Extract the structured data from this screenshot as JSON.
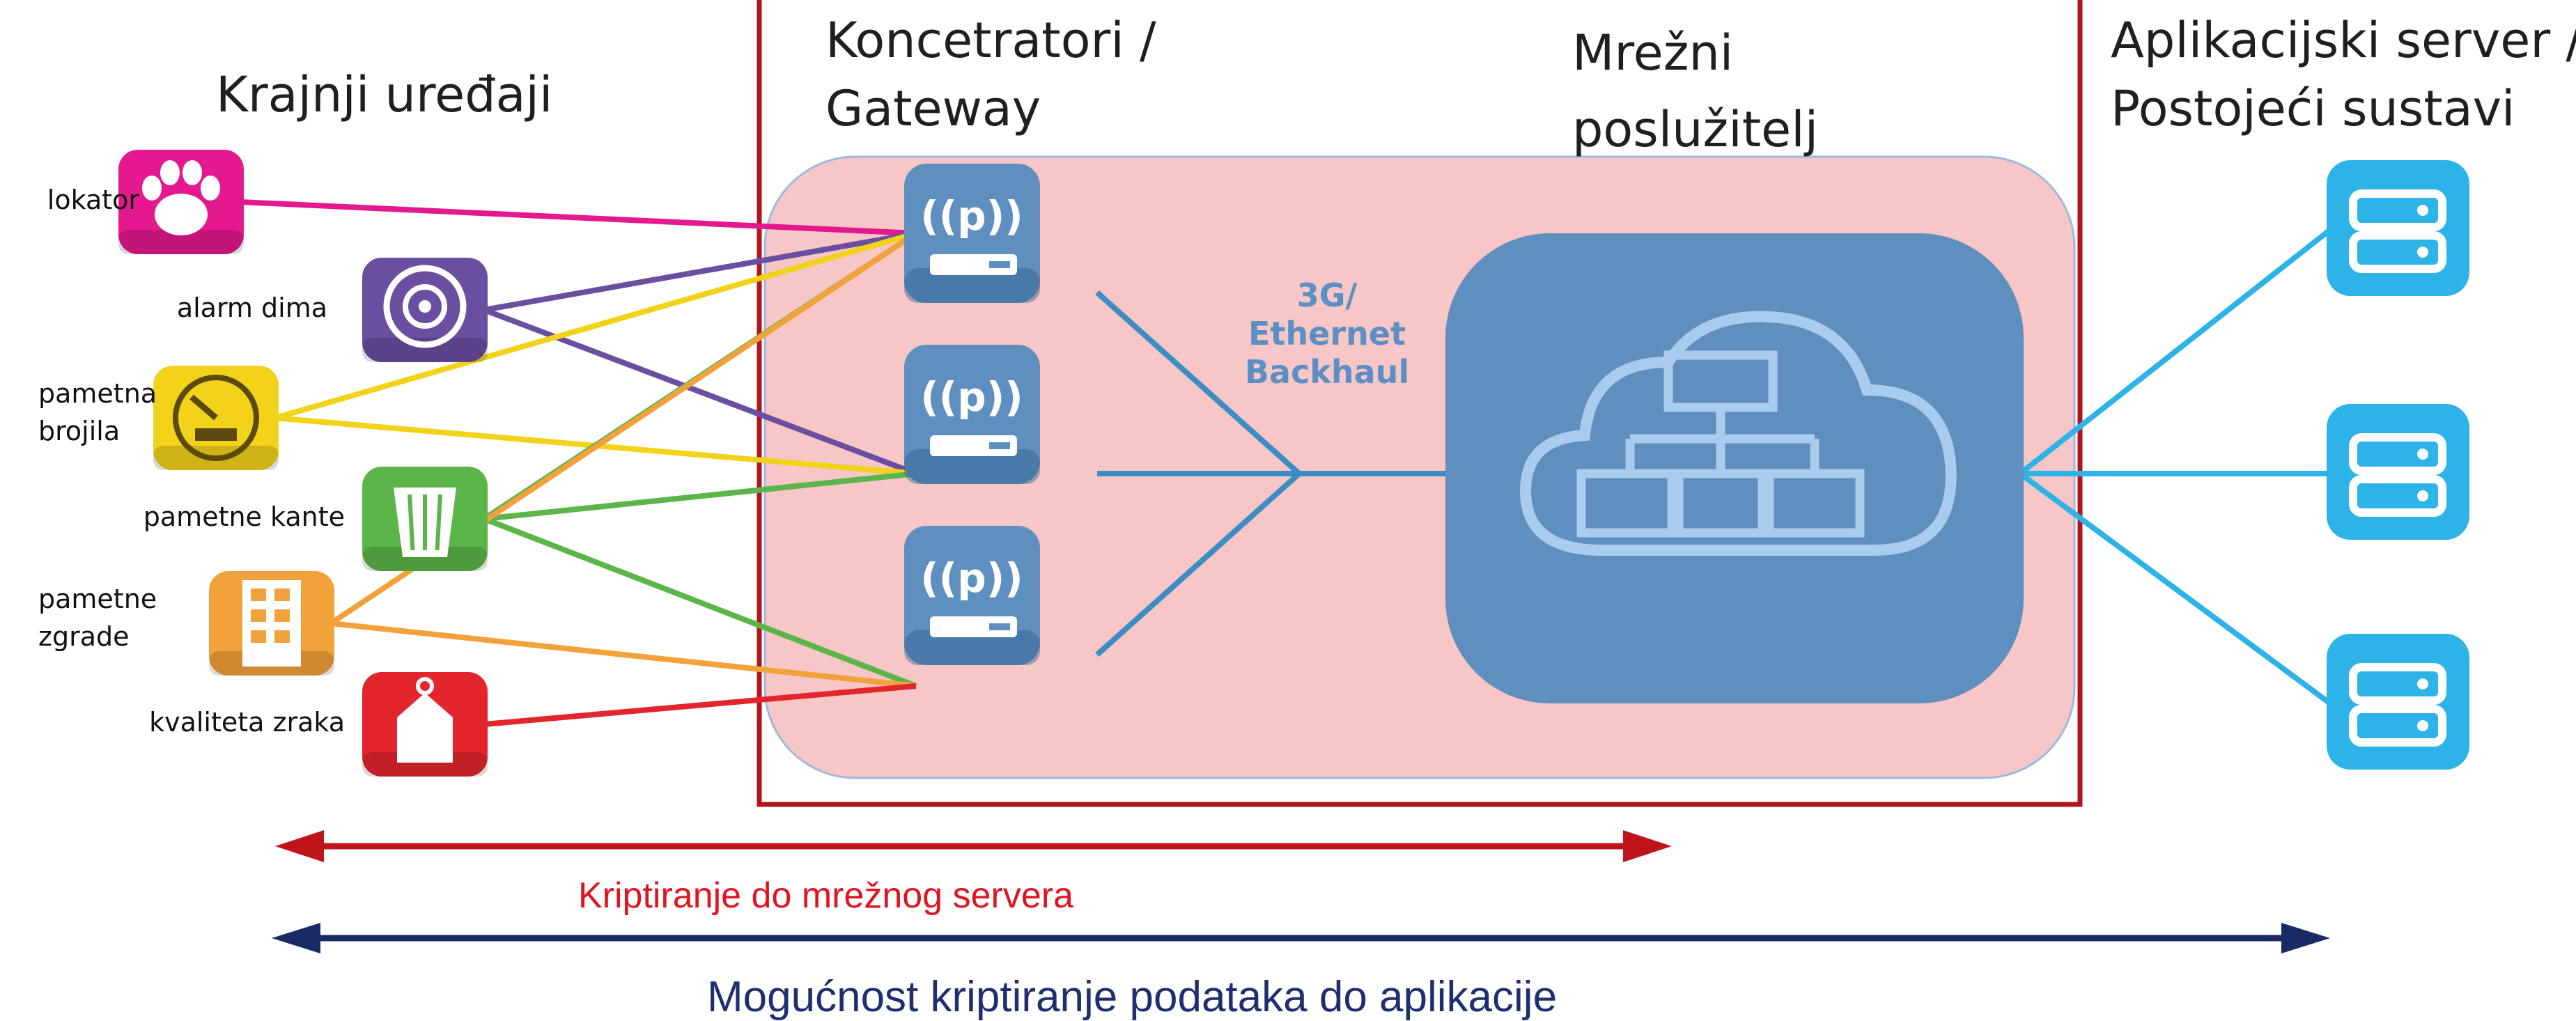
{
  "headers": {
    "end_devices": "Krajnji uređaji",
    "gateway_line1": "Koncetratori /",
    "gateway_line2": "Gateway",
    "network_line1": "Mrežni",
    "network_line2": "poslužitelj",
    "app_line1": "Aplikacijski server /",
    "app_line2": "Postojeći sustavi"
  },
  "devices": [
    {
      "label": [
        "lokator"
      ],
      "color": "#e5198f",
      "icon": "paw-icon"
    },
    {
      "label": [
        "alarm dima"
      ],
      "color": "#6a4ea0",
      "icon": "smoke-alarm-icon"
    },
    {
      "label": [
        "pametna",
        "brojila"
      ],
      "color": "#f3d21a",
      "icon": "meter-icon"
    },
    {
      "label": [
        "pametne kante"
      ],
      "color": "#5cb548",
      "icon": "trash-bin-icon"
    },
    {
      "label": [
        "pametne",
        "zgrade"
      ],
      "color": "#f2a23a",
      "icon": "building-icon"
    },
    {
      "label": [
        "kvaliteta zraka"
      ],
      "color": "#e3262d",
      "icon": "air-quality-icon"
    }
  ],
  "gateways": [
    {
      "symbol": "((p))",
      "icon": "gateway-icon"
    },
    {
      "symbol": "((p))",
      "icon": "gateway-icon"
    },
    {
      "symbol": "((p))",
      "icon": "gateway-icon"
    }
  ],
  "backhaul_label": [
    "3G/",
    "Ethernet",
    "Backhaul"
  ],
  "network_server_icon": "cloud-network-icon",
  "app_servers": [
    {
      "icon": "server-icon"
    },
    {
      "icon": "server-icon"
    },
    {
      "icon": "server-icon"
    }
  ],
  "arrows": {
    "red_caption": "Kriptiranje do mrežnog servera",
    "red_color": "#c0141c",
    "blue_caption": "Mogućnost kriptiranje podataka do aplikacije",
    "blue_color": "#1a2a66"
  },
  "colors": {
    "highlight_fill": "#f7c6c6",
    "highlight_border": "#b0151d",
    "node_blue": "#5f8fbf",
    "server_blue": "#2eb3e8"
  }
}
